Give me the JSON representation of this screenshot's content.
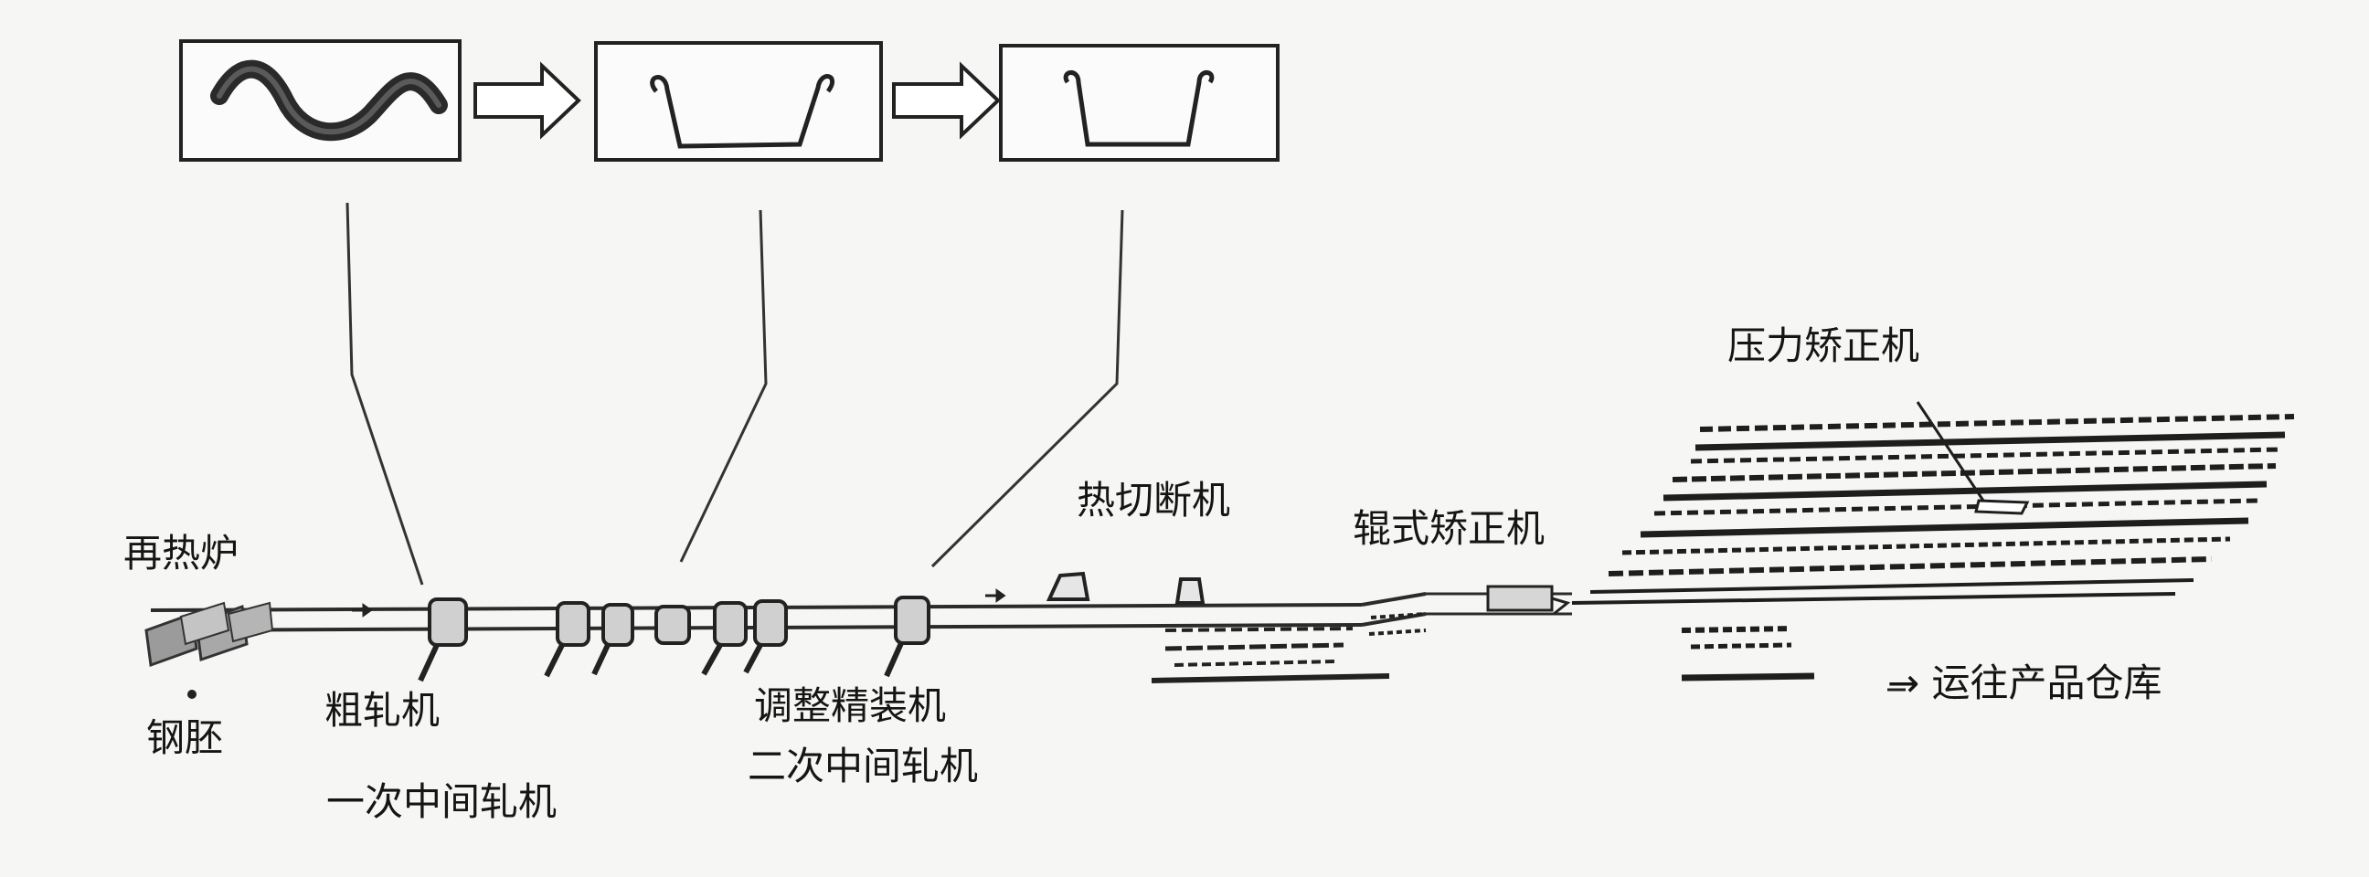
{
  "labels": {
    "reheating_furnace": "再热炉",
    "steel_billet": "钢胚",
    "roughing_mill": "粗轧机",
    "first_intermediate_mill": "一次中间轧机",
    "adjust_finishing_mill": "调整精装机",
    "second_intermediate_mill": "二次中间轧机",
    "hot_cutting_machine": "热切断机",
    "roller_straightener": "辊式矫正机",
    "press_straightener": "压力矫正机",
    "to_warehouse": "→ 运往产品仓库"
  }
}
